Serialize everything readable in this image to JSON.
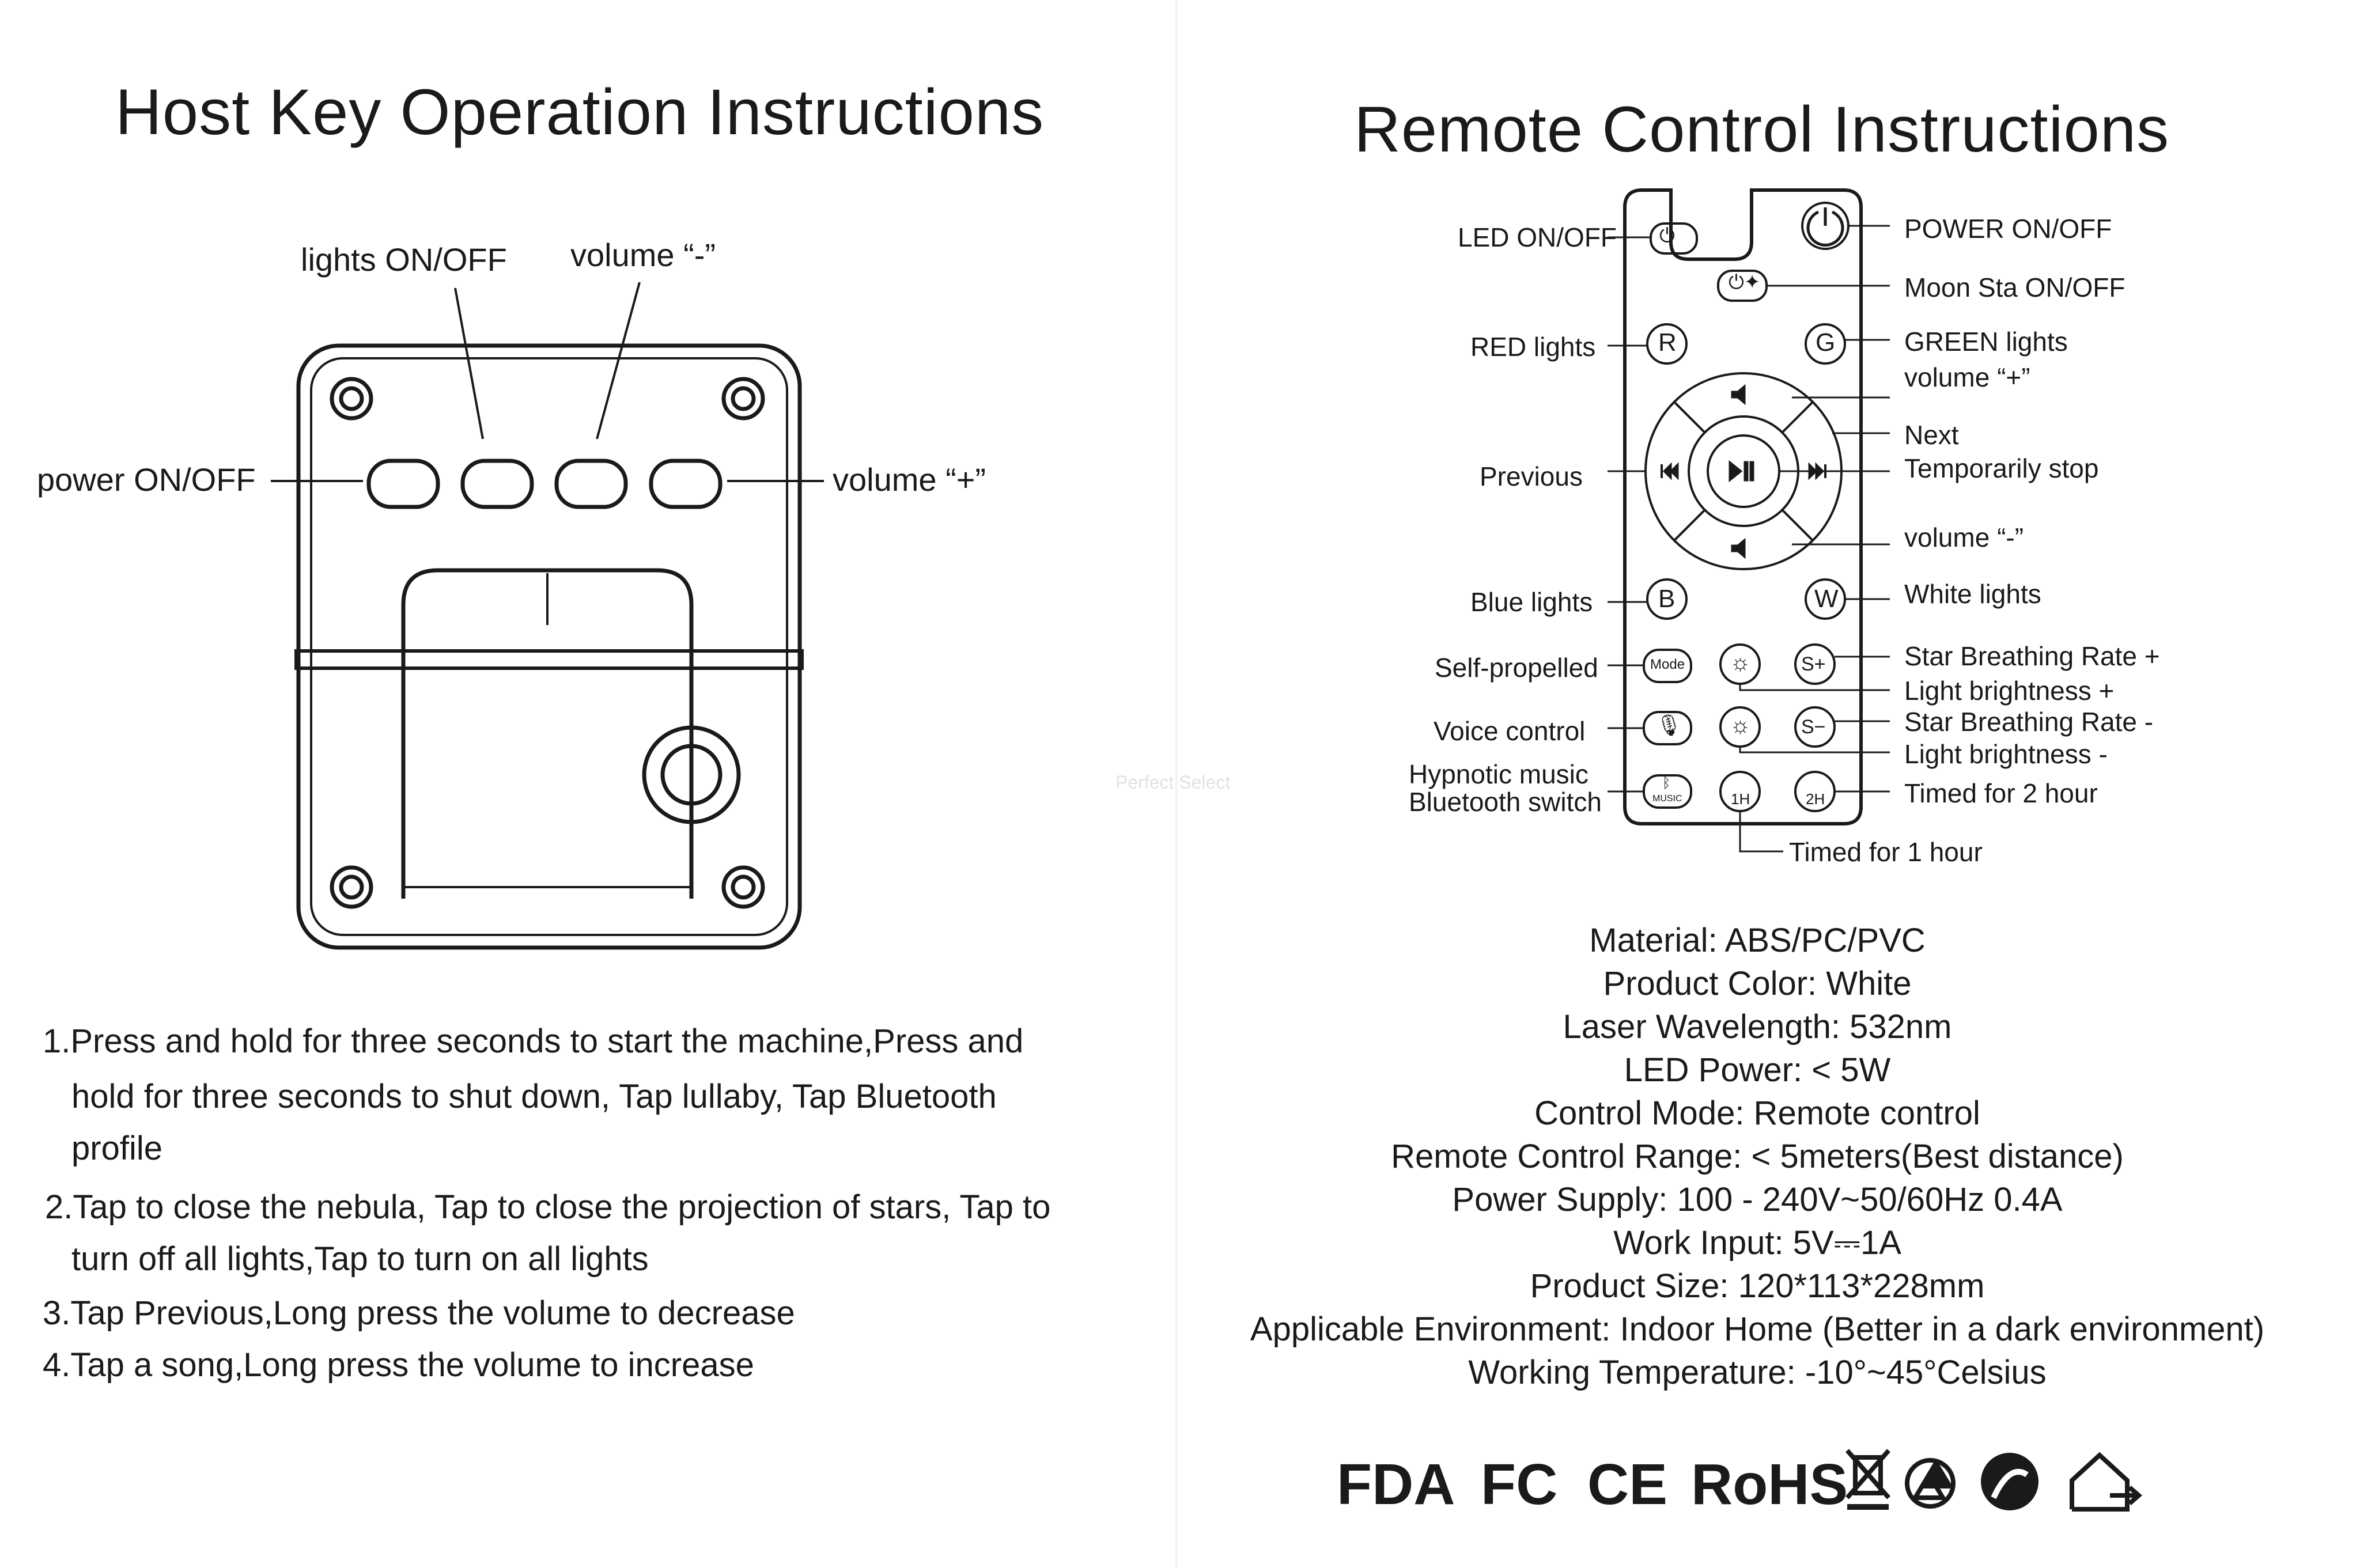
{
  "left": {
    "title": "Host Key Operation Instructions",
    "labels": {
      "lights": "lights  ON/OFF",
      "volume_minus": "volume “-”",
      "power": "power ON/OFF",
      "volume_plus": "volume “+”"
    },
    "instructions": [
      "1.Press and hold for three seconds to start the machine,Press and",
      "hold for three seconds to shut down, Tap lullaby, Tap Bluetooth",
      "profile",
      "2.Tap to close the nebula, Tap to close the projection of stars, Tap to",
      "turn off all lights,Tap to turn on all lights",
      "3.Tap Previous,Long press the volume to decrease",
      "4.Tap a song,Long press the volume to increase"
    ]
  },
  "right": {
    "title": "Remote Control Instructions",
    "remote_labels": {
      "led": "LED ON/OFF",
      "red": "RED  lights",
      "previous": "Previous",
      "blue": "Blue  lights",
      "self": "Self-propelled",
      "voice": "Voice control",
      "hypnotic": "Hypnotic music",
      "bluetooth": "Bluetooth switch",
      "power": "POWER ON/OFF",
      "moon": "Moon Sta ON/OFF",
      "green": "GREEN  lights",
      "vol_plus": "volume “+”",
      "next": "Next",
      "stop": "Temporarily stop",
      "vol_minus": "volume “-”",
      "white": "White  lights",
      "sbr_plus": "Star Breathing Rate +",
      "lb_plus": "Light brightness +",
      "sbr_minus": "Star Breathing Rate -",
      "lb_minus": "Light brightness -",
      "t2": "Timed for 2 hour",
      "t1": "Timed for 1 hour"
    },
    "button_text": {
      "r": "R",
      "g": "G",
      "b": "B",
      "w": "W",
      "mode": "Mode",
      "s_plus": "S+",
      "s_minus": "S−",
      "t1": "1H",
      "t2": "2H",
      "music": "MUSIC"
    },
    "specs": [
      "Material: ABS/PC/PVC",
      "Product Color: White",
      "Laser Wavelength: 532nm",
      "LED Power: < 5W",
      "Control Mode: Remote control",
      "Remote Control Range: < 5meters(Best distance)",
      "Power Supply: 100 - 240V~50/60Hz 0.4A",
      "Work Input: 5V⎓1A",
      "Product Size: 120*113*228mm",
      "Applicable Environment: Indoor Home (Better in a dark environment)",
      "Working Temperature: -10°~45°Celsius"
    ],
    "certifications": [
      "FDA",
      "FC",
      "CE",
      "RoHS"
    ],
    "cert_icons": [
      "weee-bin-icon",
      "recycle-icon",
      "green-dot-icon",
      "indoor-home-icon"
    ]
  },
  "watermark": "Perfect Select"
}
